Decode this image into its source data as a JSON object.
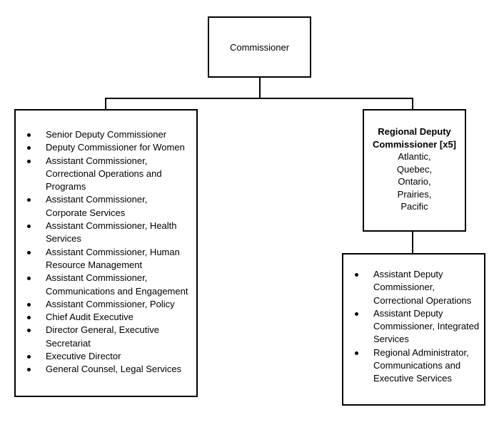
{
  "commissioner": {
    "title": "Commissioner"
  },
  "executive_box": {
    "items": [
      "Senior Deputy Commissioner",
      "Deputy Commissioner for Women",
      "Assistant Commissioner, Correctional Operations and Programs",
      "Assistant Commissioner, Corporate Services",
      "Assistant Commissioner, Health Services",
      "Assistant Commissioner, Human Resource Management",
      "Assistant Commissioner, Communications and Engagement",
      "Assistant Commissioner, Policy",
      "Chief Audit Executive",
      "Director General, Executive Secretariat",
      "Executive Director",
      "General Counsel, Legal Services"
    ]
  },
  "regional_box": {
    "title": "Regional Deputy Commissioner [x5]",
    "regions": [
      "Atlantic,",
      "Quebec,",
      "Ontario,",
      "Prairies,",
      "Pacific"
    ]
  },
  "regional_sub_box": {
    "items": [
      "Assistant Deputy Commissioner, Correctional Operations",
      "Assistant Deputy Commissioner, Integrated Services",
      "Regional Administrator, Communications and Executive Services"
    ]
  },
  "colors": {
    "border": "#000000",
    "text": "#000000",
    "background": "#ffffff"
  }
}
